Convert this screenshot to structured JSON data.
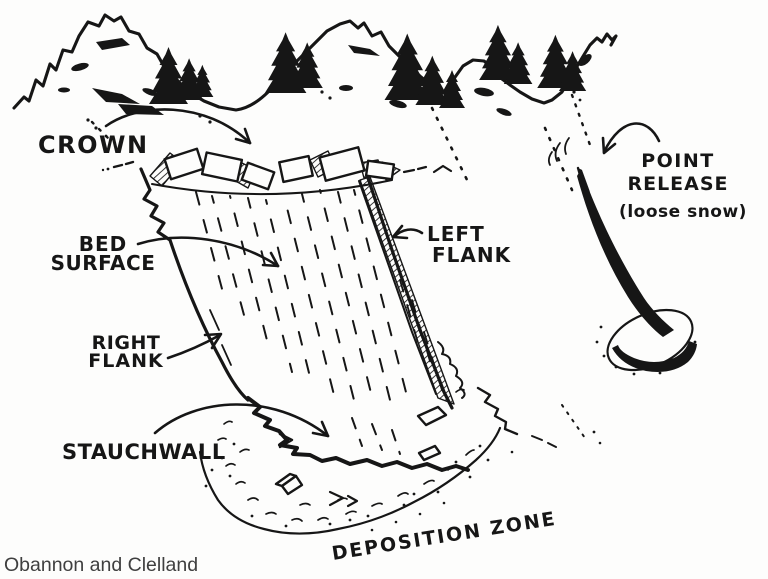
{
  "colors": {
    "paper": "#fdfdfc",
    "ink": "#161616",
    "attribution": "#3f3f3f"
  },
  "labels": {
    "crown": "CROWN",
    "bed_surface": {
      "line1": "BED",
      "line2": "SURFACE"
    },
    "right_flank": {
      "line1": "RIGHT",
      "line2": "FLANK"
    },
    "left_flank": {
      "line1": "LEFT",
      "line2": "FLANK"
    },
    "stauchwall": "STAUCHWALL",
    "deposition_zone": "DEPOSITION ZONE",
    "point_release": {
      "line1": "POINT",
      "line2": "RELEASE",
      "sub": "(loose snow)"
    },
    "attribution": "Obannon and Clelland"
  }
}
